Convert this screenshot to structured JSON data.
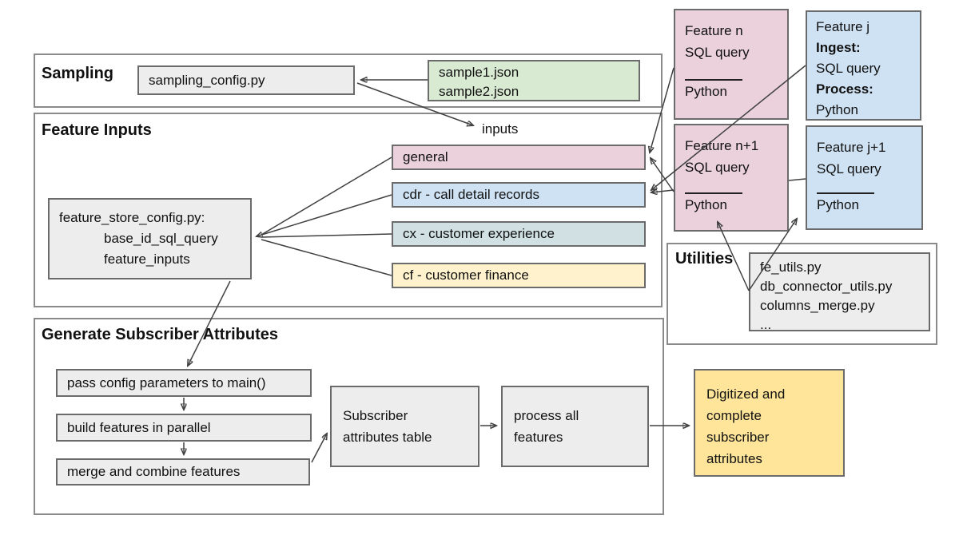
{
  "palette": {
    "pink": "#ead1dc",
    "blue": "#cfe2f3",
    "cyan": "#d0e0e3",
    "light_yellow": "#fff2cc",
    "green": "#d9ead3",
    "gold": "#ffe599",
    "gray": "#ededed"
  },
  "sampling": {
    "title": "Sampling",
    "config_file": "sampling_config.py",
    "sample_files": [
      "sample1.json",
      "sample2.json"
    ]
  },
  "inputs_label": "inputs",
  "feature_inputs": {
    "title": "Feature Inputs",
    "config_box": {
      "heading": "feature_store_config.py:",
      "entries": [
        "base_id_sql_query",
        "feature_inputs"
      ]
    },
    "categories": [
      {
        "label": "general"
      },
      {
        "label": "cdr - call detail records"
      },
      {
        "label": "cx - customer experience"
      },
      {
        "label": "cf - customer  finance"
      }
    ]
  },
  "feature_boxes": {
    "feature_n": {
      "title": "Feature n",
      "query": "SQL query",
      "runtime": "Python"
    },
    "feature_j": {
      "title": "Feature j",
      "ingest_label": "Ingest:",
      "ingest_value": "SQL query",
      "process_label": "Process:",
      "process_value": "Python"
    },
    "feature_n_plus_1": {
      "title": "Feature n+1",
      "query": "SQL query",
      "runtime": "Python"
    },
    "feature_j_plus_1": {
      "title": "Feature j+1",
      "query": "SQL query",
      "runtime": "Python"
    }
  },
  "utilities": {
    "title": "Utilities",
    "files": [
      "fe_utils.py",
      "db_connector_utils.py",
      "columns_merge.py",
      "..."
    ]
  },
  "generate": {
    "title": "Generate Subscriber Attributes",
    "steps": [
      "pass config parameters to main()",
      "build features in parallel",
      "merge and combine features"
    ],
    "table_box": [
      "Subscriber",
      "attributes table"
    ],
    "process_box": [
      "process all",
      "features"
    ],
    "output_box": [
      "Digitized and",
      "complete",
      "subscriber",
      "attributes"
    ]
  }
}
